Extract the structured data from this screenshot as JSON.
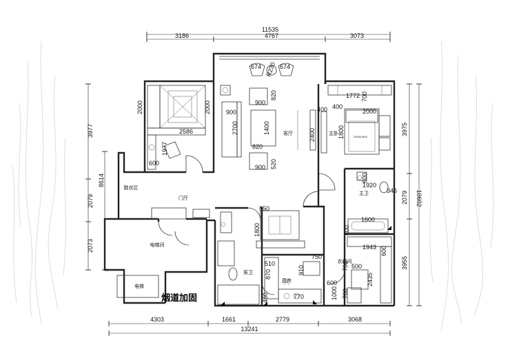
{
  "dims": {
    "top_total": "11535",
    "top_a": "3186",
    "top_b": "4767",
    "top_c": "3073",
    "bottom_total": "13241",
    "bottom_a": "4303",
    "bottom_b": "1661",
    "bottom_c": "2779",
    "bottom_d": "3068",
    "left_total": "8614",
    "left_a": "3977",
    "left_b": "2079",
    "left_c": "2073",
    "right_total": "10602",
    "right_a": "3975",
    "right_b": "2079",
    "right_c": "3955"
  },
  "inner": {
    "d674a": "674",
    "d674b": "674",
    "r230": "R230",
    "d820a": "820",
    "d900a": "900",
    "d900b": "900",
    "d2700": "2700",
    "d1400": "1400",
    "d820b": "820",
    "d900c": "900",
    "d520": "520",
    "d2000a": "2000",
    "d2000b": "2000",
    "d2586": "2586",
    "d1977": "1977",
    "d600a": "600",
    "d1772": "1772",
    "d700a": "700",
    "d400a": "400",
    "d400b": "400",
    "d2000c": "2000",
    "d2400": "2400",
    "d1800a": "1800",
    "d1920": "1920",
    "d600b": "600",
    "d346": "346",
    "d1600": "1600",
    "d800": "800",
    "d1943": "1943",
    "d700b": "700",
    "d500": "500",
    "d2435": "2435",
    "d850": "850",
    "d1800b": "1800",
    "d510": "510",
    "d870": "870",
    "d750": "750",
    "d910": "910",
    "d600c": "600",
    "d460": "460",
    "d770": "770",
    "d1000": "1000",
    "d700c": "700",
    "d600d": "600"
  },
  "rooms": {
    "living": "客厅",
    "master": "主卧",
    "master_bath": "主卫",
    "foyer": "门厅",
    "shoe": "鞋衣区",
    "elevator_hall": "电梯间",
    "elevator": "电梯",
    "guest_bath": "客卫",
    "kitchen": "厨房",
    "closet": "衣帽间"
  },
  "note": "烟道加固",
  "bed_label": "2000x1800"
}
